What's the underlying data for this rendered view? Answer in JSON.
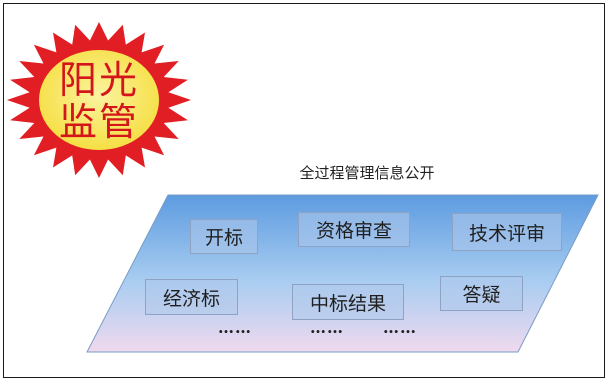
{
  "badge": {
    "line1": "阳光",
    "line2": "监管"
  },
  "caption": "全过程管理信息公开",
  "items": {
    "open_bid": "开标",
    "qualification": "资格审查",
    "tech_review": "技术评审",
    "econ_bid": "经济标",
    "award_result": "中标结果",
    "qa": "答疑"
  },
  "ellipsis": [
    "……",
    "……",
    "……"
  ],
  "colors": {
    "badge_outer": "#e11e24",
    "badge_inner": "#f7e76b",
    "badge_text": "#d4151b",
    "plane_top": "#5d9be0",
    "plane_bottom": "#efd9ee"
  }
}
